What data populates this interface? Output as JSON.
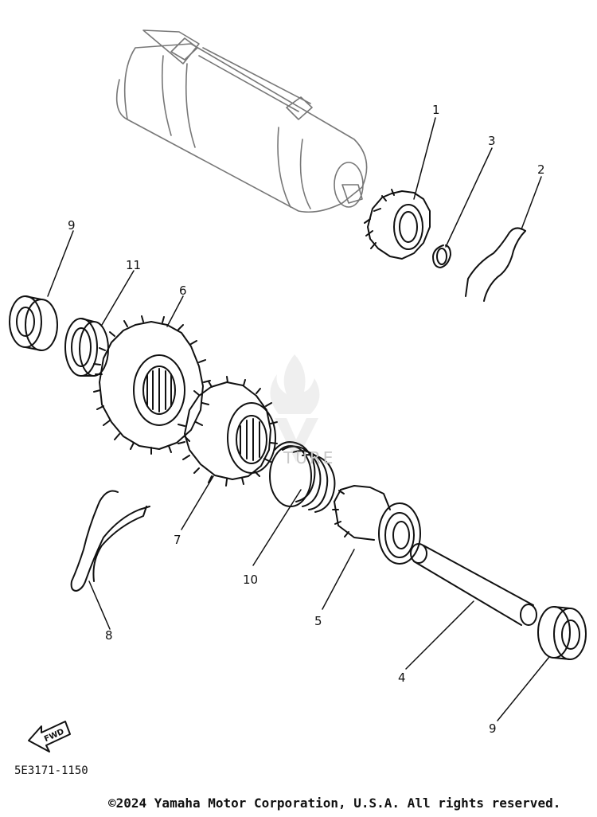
{
  "callouts": [
    {
      "id": "c1",
      "label": "1"
    },
    {
      "id": "c2",
      "label": "2"
    },
    {
      "id": "c3",
      "label": "3"
    },
    {
      "id": "c4",
      "label": "4"
    },
    {
      "id": "c5",
      "label": "5"
    },
    {
      "id": "c6",
      "label": "6"
    },
    {
      "id": "c7",
      "label": "7"
    },
    {
      "id": "c8",
      "label": "8"
    },
    {
      "id": "c9a",
      "label": "9"
    },
    {
      "id": "c9b",
      "label": "9"
    },
    {
      "id": "c10",
      "label": "10"
    },
    {
      "id": "c11",
      "label": "11"
    }
  ],
  "fwd_label": "FWD",
  "diagram_code": "5E3171-1150",
  "copyright": "©2024 Yamaha Motor Corporation, U.S.A. All rights reserved.",
  "watermark_text": "TURE",
  "colors": {
    "line": "#111111",
    "watermark": "#c8c8c8"
  },
  "icons": [
    "fwd-arrow-icon",
    "flame-logo-icon"
  ]
}
